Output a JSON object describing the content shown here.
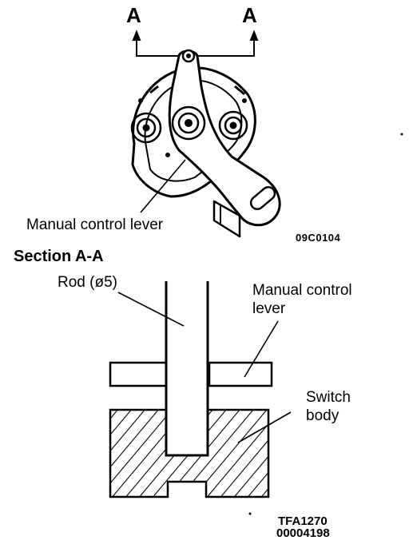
{
  "top_view": {
    "section_mark_left": "A",
    "section_mark_right": "A",
    "label_lever": "Manual control lever",
    "figure_code": "09C0104"
  },
  "section_view": {
    "title": "Section A-A",
    "label_rod": "Rod (ø5)",
    "label_lever_line1": "Manual control",
    "label_lever_line2": "lever",
    "label_switch_line1": "Switch",
    "label_switch_line2": "body",
    "figure_code_1": "TFA1270",
    "figure_code_2": "00004198"
  }
}
